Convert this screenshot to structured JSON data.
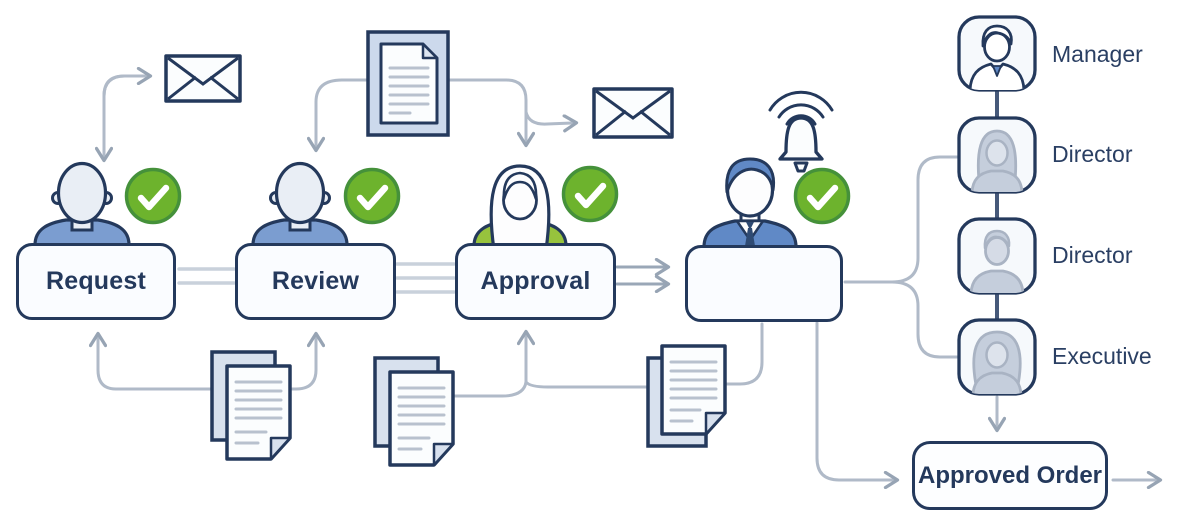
{
  "workflow": {
    "stages": [
      {
        "label": "Request",
        "approved": true,
        "person": "male-employee"
      },
      {
        "label": "Review",
        "approved": true,
        "person": "male-employee"
      },
      {
        "label": "Approval",
        "approved": true,
        "person": "female-employee"
      },
      {
        "label": "",
        "approved": true,
        "person": "male-executive",
        "notification": true
      }
    ],
    "final_step": {
      "label": "Approved Order"
    }
  },
  "hierarchy": {
    "items": [
      {
        "label": "Manager",
        "avatar": "male-outline"
      },
      {
        "label": "Director",
        "avatar": "female-gray"
      },
      {
        "label": "Director",
        "avatar": "male-gray"
      },
      {
        "label": "Executive",
        "avatar": "female-gray"
      }
    ]
  },
  "icons": {
    "envelope": "email-envelope-icon",
    "document": "document-icon",
    "documents_stack": "stacked-documents-icon",
    "bell": "notification-bell-icon",
    "check": "approved-check-icon"
  },
  "colors": {
    "outline_navy": "#24395c",
    "check_green": "#6db32d",
    "check_ring_green": "#45913a",
    "person_blue": "#7b9dd0",
    "person_green": "#97c33d",
    "suit_blue": "#6089c6",
    "connector_gray": "#b0bac8",
    "rail_gray": "#c9d1db",
    "avatar_gray": "#c5cedc",
    "box_fill": "#fafcff"
  }
}
